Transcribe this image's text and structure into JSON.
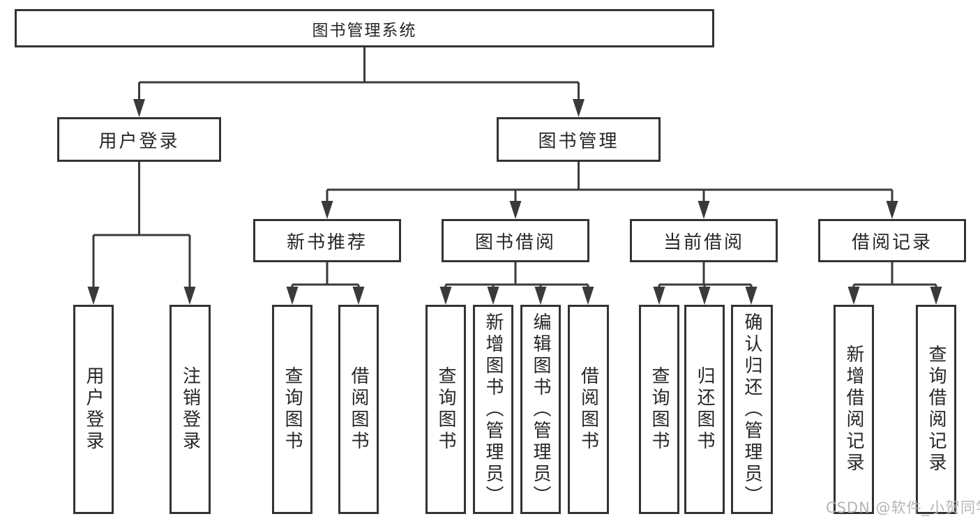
{
  "diagram": {
    "root": "图书管理系统",
    "branches": {
      "user_login": {
        "label": "用户登录",
        "children": [
          "用户登录",
          "注销登录"
        ]
      },
      "book_management": {
        "label": "图书管理",
        "sections": {
          "new_book_recommend": {
            "label": "新书推荐",
            "children": [
              "查询图书",
              "借阅图书"
            ]
          },
          "book_borrowing": {
            "label": "图书借阅",
            "children": [
              "查询图书",
              "新增图书（管理员）",
              "编辑图书（管理员）",
              "借阅图书"
            ]
          },
          "current_borrowing": {
            "label": "当前借阅",
            "children": [
              "查询图书",
              "归还图书",
              "确认归还（管理员）"
            ]
          },
          "borrowing_records": {
            "label": "借阅记录",
            "children": [
              "新增借阅记录",
              "查询借阅记录"
            ]
          }
        }
      }
    }
  },
  "watermark": "CSDN @软件_小贺同学",
  "colors": {
    "line": "#3a3a3a",
    "box_border": "#333333",
    "text": "#262626",
    "watermark": "#b5b5b5",
    "background": "#ffffff"
  }
}
